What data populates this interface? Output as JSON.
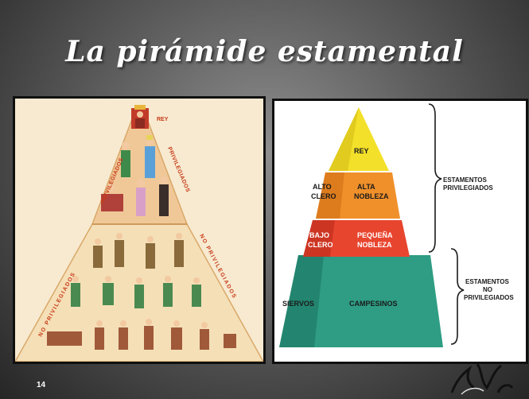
{
  "slide": {
    "title": "La pirámide estamental",
    "number": "14"
  },
  "left_pyramid": {
    "rey": "REY",
    "privilegiados_left": "PRIVILEGIADOS",
    "privilegiados_right": "PRIVILEGIADOS",
    "no_privilegiados_left": "NO PRIVILEGIADOS",
    "no_privilegiados_right": "NO PRIVILEGIADOS"
  },
  "right_pyramid": {
    "rey": "REY",
    "alto_clero_1": "ALTO",
    "alto_clero_2": "CLERO",
    "alta_nobleza_1": "ALTA",
    "alta_nobleza_2": "NOBLEZA",
    "bajo_clero_1": "BAJO",
    "bajo_clero_2": "CLERO",
    "pequena_nobleza_1": "PEQUEÑA",
    "pequena_nobleza_2": "NOBLEZA",
    "siervos": "SIERVOS",
    "campesinos": "CAMPESINOS",
    "estamentos_priv_1": "ESTAMENTOS",
    "estamentos_priv_2": "PRIVILEGIADOS",
    "estamentos_nopriv_1": "ESTAMENTOS",
    "estamentos_nopriv_2": "NO",
    "estamentos_nopriv_3": "PRIVILEGIADOS"
  },
  "colors": {
    "rey": "#f3e02a",
    "orange": "#f0902a",
    "red": "#e8452f",
    "teal": "#2e9d84",
    "left_upper": "#f0c898",
    "left_lower": "#f5dfb7",
    "label_red": "#c83a18"
  }
}
